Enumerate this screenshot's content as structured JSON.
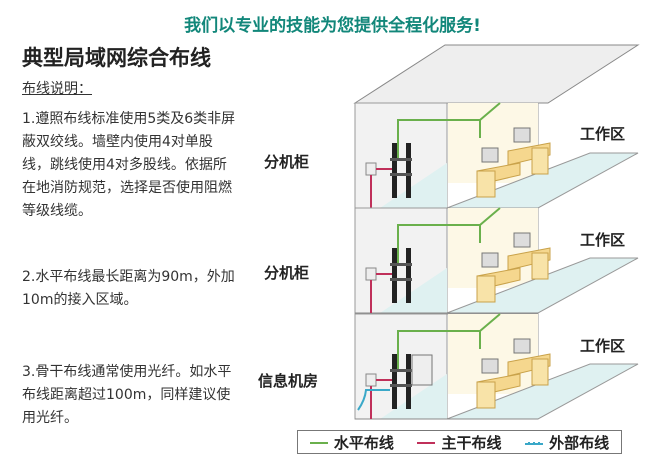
{
  "slogan": "我们以专业的技能为您提供全程化服务!",
  "title": "典型局域网综合布线",
  "subtitle": "布线说明：",
  "items": [
    "1.遵照布线标准使用5类及6类非屏蔽双绞线。墙壁内使用4对单股线，跳线使用4对多股线。依据所在地消防规范，选择是否使用阻燃等级线缆。",
    "2.水平布线最长距离为90m，外加10m的接入区域。",
    "3.骨干布线通常使用光纤。如水平布线距离超过100m，同样建议使用光纤。"
  ],
  "floors": [
    {
      "room": "分机柜",
      "zone": "工作区"
    },
    {
      "room": "分机柜",
      "zone": "工作区"
    },
    {
      "room": "信息机房",
      "zone": "工作区"
    }
  ],
  "legend": [
    {
      "label": "水平布线",
      "color": "#6ab04c"
    },
    {
      "label": "主干布线",
      "color": "#c0305a"
    },
    {
      "label": "外部布线",
      "color": "#3aa8c8"
    }
  ]
}
